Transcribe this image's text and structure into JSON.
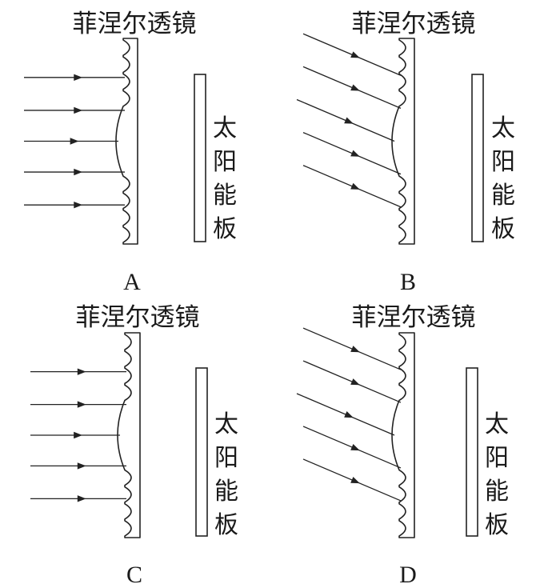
{
  "options": [
    {
      "letter": "A",
      "lens_title": "菲涅尔透镜",
      "panel_label": [
        "太",
        "阳",
        "能",
        "板"
      ],
      "flat_side": "right",
      "rays": "parallel-horizontal"
    },
    {
      "letter": "B",
      "lens_title": "菲涅尔透镜",
      "panel_label": [
        "太",
        "阳",
        "能",
        "板"
      ],
      "flat_side": "right",
      "rays": "parallel-oblique"
    },
    {
      "letter": "C",
      "lens_title": "菲涅尔透镜",
      "panel_label": [
        "太",
        "阳",
        "能",
        "板"
      ],
      "flat_side": "right",
      "rays": "parallel-horizontal"
    },
    {
      "letter": "D",
      "lens_title": "菲涅尔透镜",
      "panel_label": [
        "太",
        "阳",
        "能",
        "板"
      ],
      "flat_side": "right",
      "rays": "parallel-oblique"
    }
  ]
}
